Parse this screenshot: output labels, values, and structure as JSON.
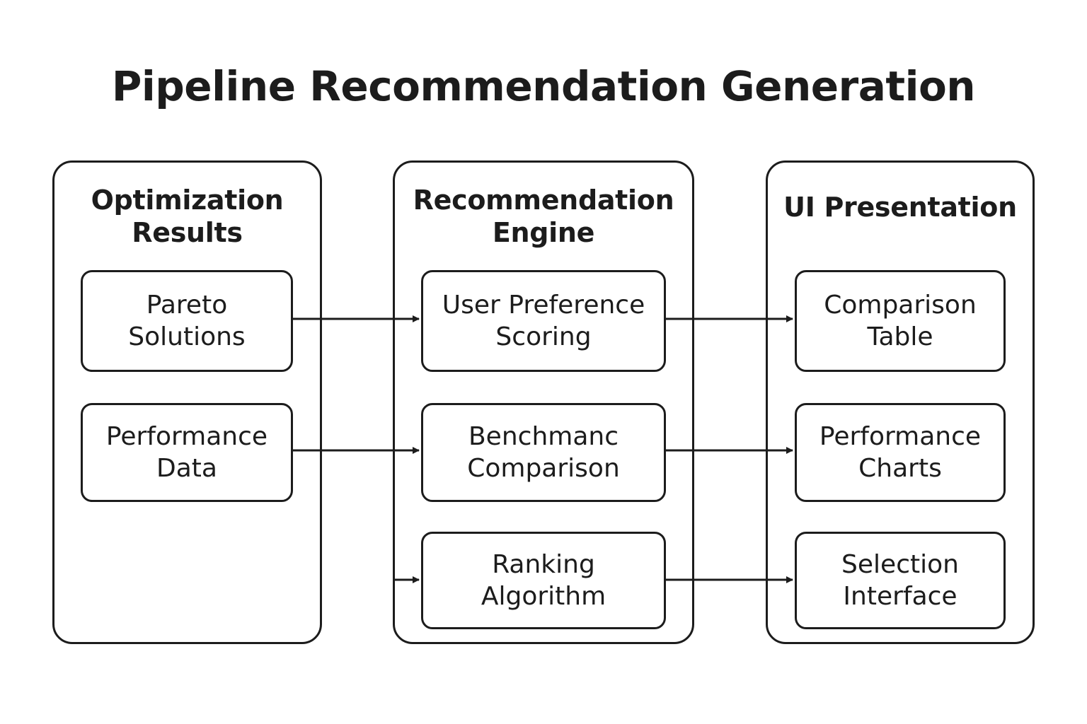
{
  "title": "Pipeline Recommendation Generation",
  "columns": [
    {
      "title": "Optimization\nResults",
      "nodes": [
        "Pareto\nSolutions",
        "Performance\nData"
      ]
    },
    {
      "title": "Recommendation\nEngine",
      "nodes": [
        "User Preference\nScoring",
        "Benchmanc\nComparison",
        "Ranking\nAlgorithm"
      ]
    },
    {
      "title": "UI Presentation",
      "nodes": [
        "Comparison\nTable",
        "Performance\nCharts",
        "Selection\nInterface"
      ]
    }
  ],
  "colors": {
    "stroke": "#1c1c1c",
    "background": "#ffffff",
    "text": "#1c1c1c"
  }
}
